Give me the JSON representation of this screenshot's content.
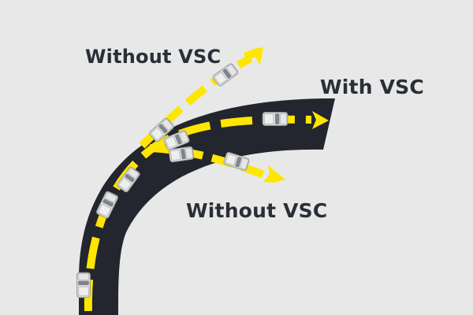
{
  "labels": {
    "without_top": "Without VSC",
    "with": "With VSC",
    "without_bottom": "Without VSC"
  },
  "colors": {
    "background": "#e8e8e8",
    "road": "#23262e",
    "path": "#ffe600",
    "text": "#2a2e37",
    "vehicle": "#d9d9d9"
  },
  "icons": {
    "vehicle": "pickup-truck-icon",
    "arrow": "arrow-head-icon"
  }
}
